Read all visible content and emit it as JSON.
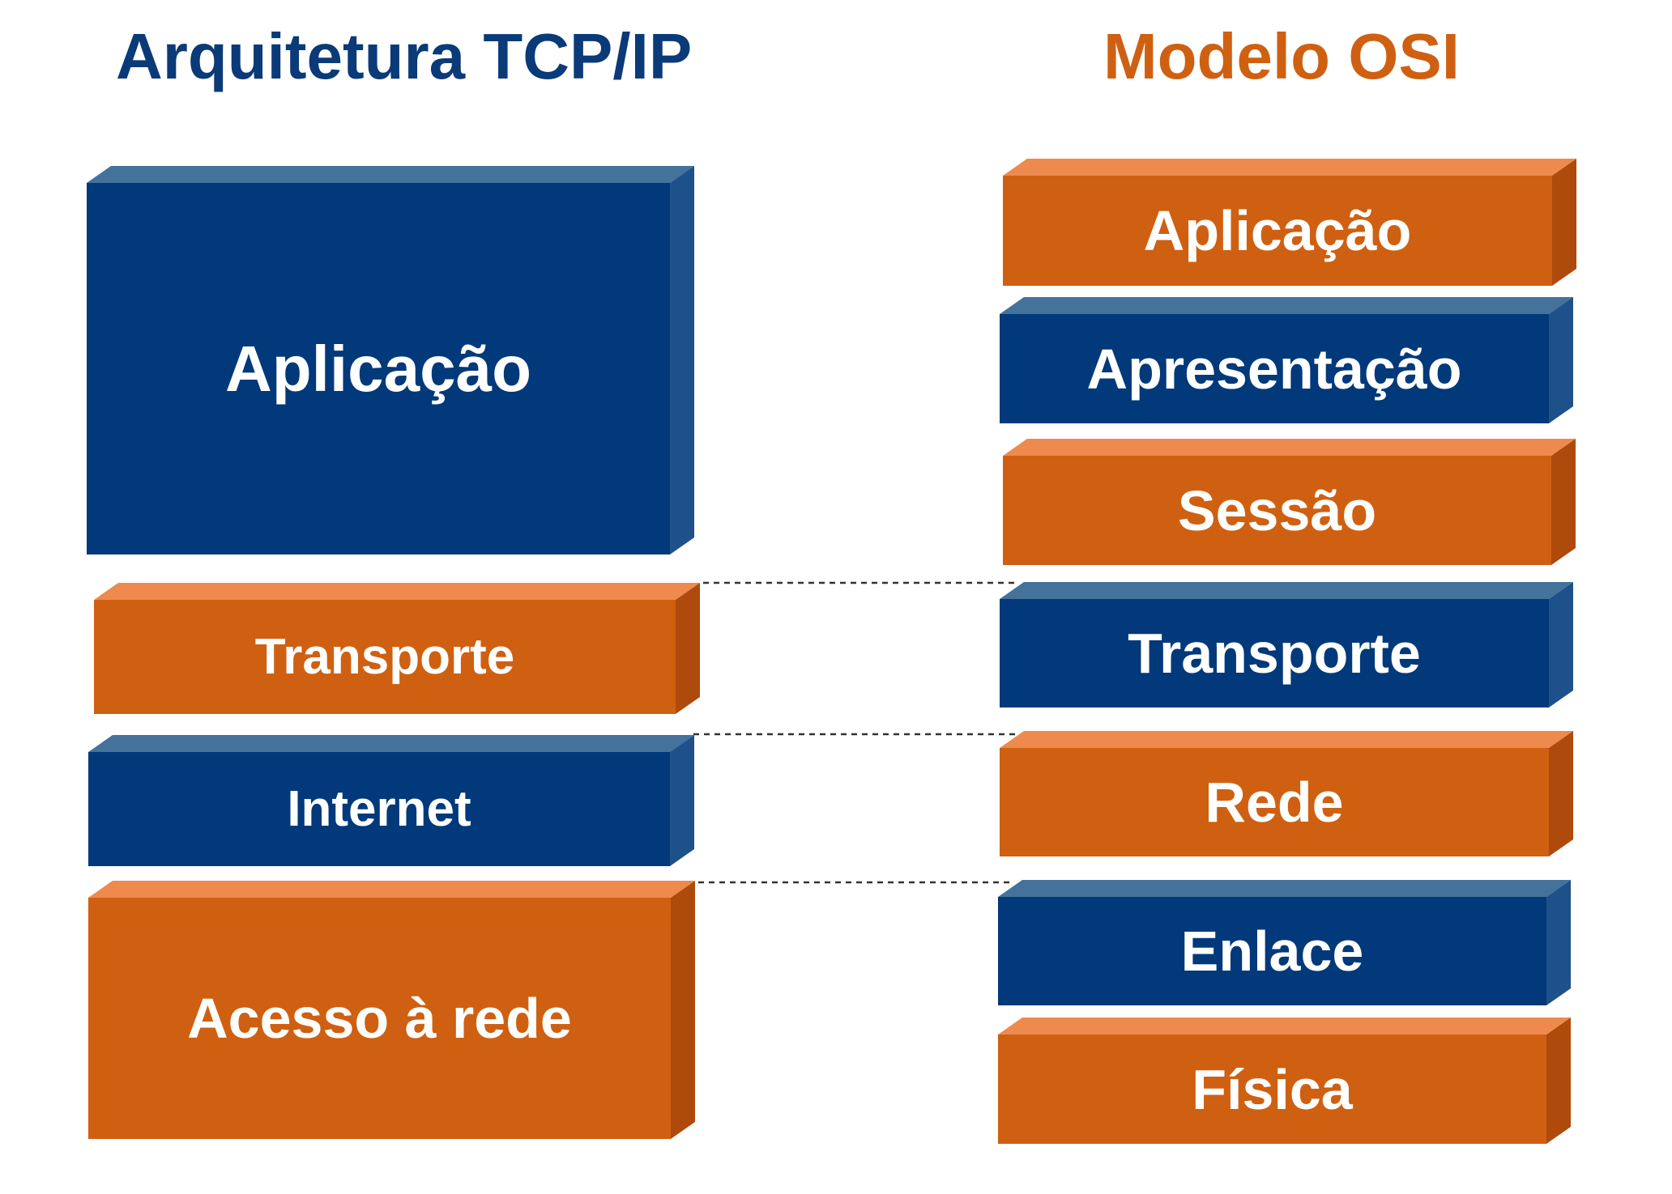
{
  "colors": {
    "blue_face": "#02397A",
    "blue_top": "#44729A",
    "blue_side": "#1E5189",
    "orange_face": "#CF6011",
    "orange_top": "#EE8A4D",
    "orange_side": "#AE4A0C",
    "tcp_title": "#0A3A78",
    "osi_title": "#CF6011",
    "connector": "#333333"
  },
  "tcp_ip": {
    "title": "Arquitetura TCP/IP",
    "layers": [
      {
        "label": "Aplicação",
        "color": "blue"
      },
      {
        "label": "Transporte",
        "color": "orange"
      },
      {
        "label": "Internet",
        "color": "blue"
      },
      {
        "label": "Acesso à rede",
        "color": "orange"
      }
    ]
  },
  "osi": {
    "title": "Modelo OSI",
    "layers": [
      {
        "label": "Aplicação",
        "color": "orange"
      },
      {
        "label": "Apresentação",
        "color": "blue"
      },
      {
        "label": "Sessão",
        "color": "orange"
      },
      {
        "label": "Transporte",
        "color": "blue"
      },
      {
        "label": "Rede",
        "color": "orange"
      },
      {
        "label": "Enlace",
        "color": "blue"
      },
      {
        "label": "Física",
        "color": "orange"
      }
    ]
  }
}
